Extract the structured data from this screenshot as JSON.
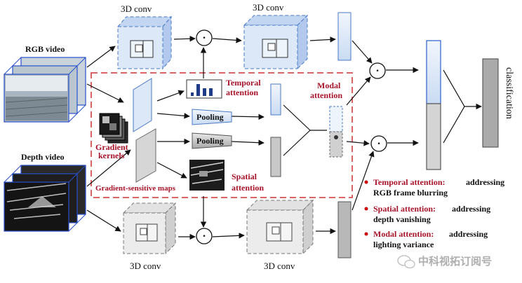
{
  "labels": {
    "conv_top_left": "3D conv",
    "conv_top_right": "3D conv",
    "conv_bottom_left": "3D conv",
    "conv_bottom_right": "3D conv",
    "rgb_video": "RGB video",
    "depth_video": "Depth video",
    "temporal_attention_1": "Temporal",
    "temporal_attention_2": "attention",
    "modal_attention_1": "Modal",
    "modal_attention_2": "attention",
    "spatial_attention_1": "Spatial",
    "spatial_attention_2": "attention",
    "pooling_1": "Pooling",
    "pooling_2": "Pooling",
    "gradient_kernels_1": "Gradient",
    "gradient_kernels_2": "kernels",
    "gradient_maps": "Gradient-sensitive maps",
    "classification": "classification",
    "dot_symbol": "·"
  },
  "notes": [
    {
      "bold": "Temporal attention:",
      "rest": " addressing",
      "line2": "RGB frame blurring"
    },
    {
      "bold": "Spatial attention:",
      "rest": " addressing",
      "line2": "depth vanishing"
    },
    {
      "bold": "Modal attention:",
      "rest": " addressing",
      "line2": "lighting variance"
    }
  ],
  "watermark": "中科视拓订阅号",
  "colors": {
    "blue_fill": "#dce8f8",
    "blue_stroke": "#4a7ac8",
    "gray_fill": "#d6d6d6",
    "gray_stroke": "#6a6a6a",
    "dark_red": "#a8132a",
    "dashed_red": "#d03030",
    "chart_blue": "#1f3c88"
  }
}
